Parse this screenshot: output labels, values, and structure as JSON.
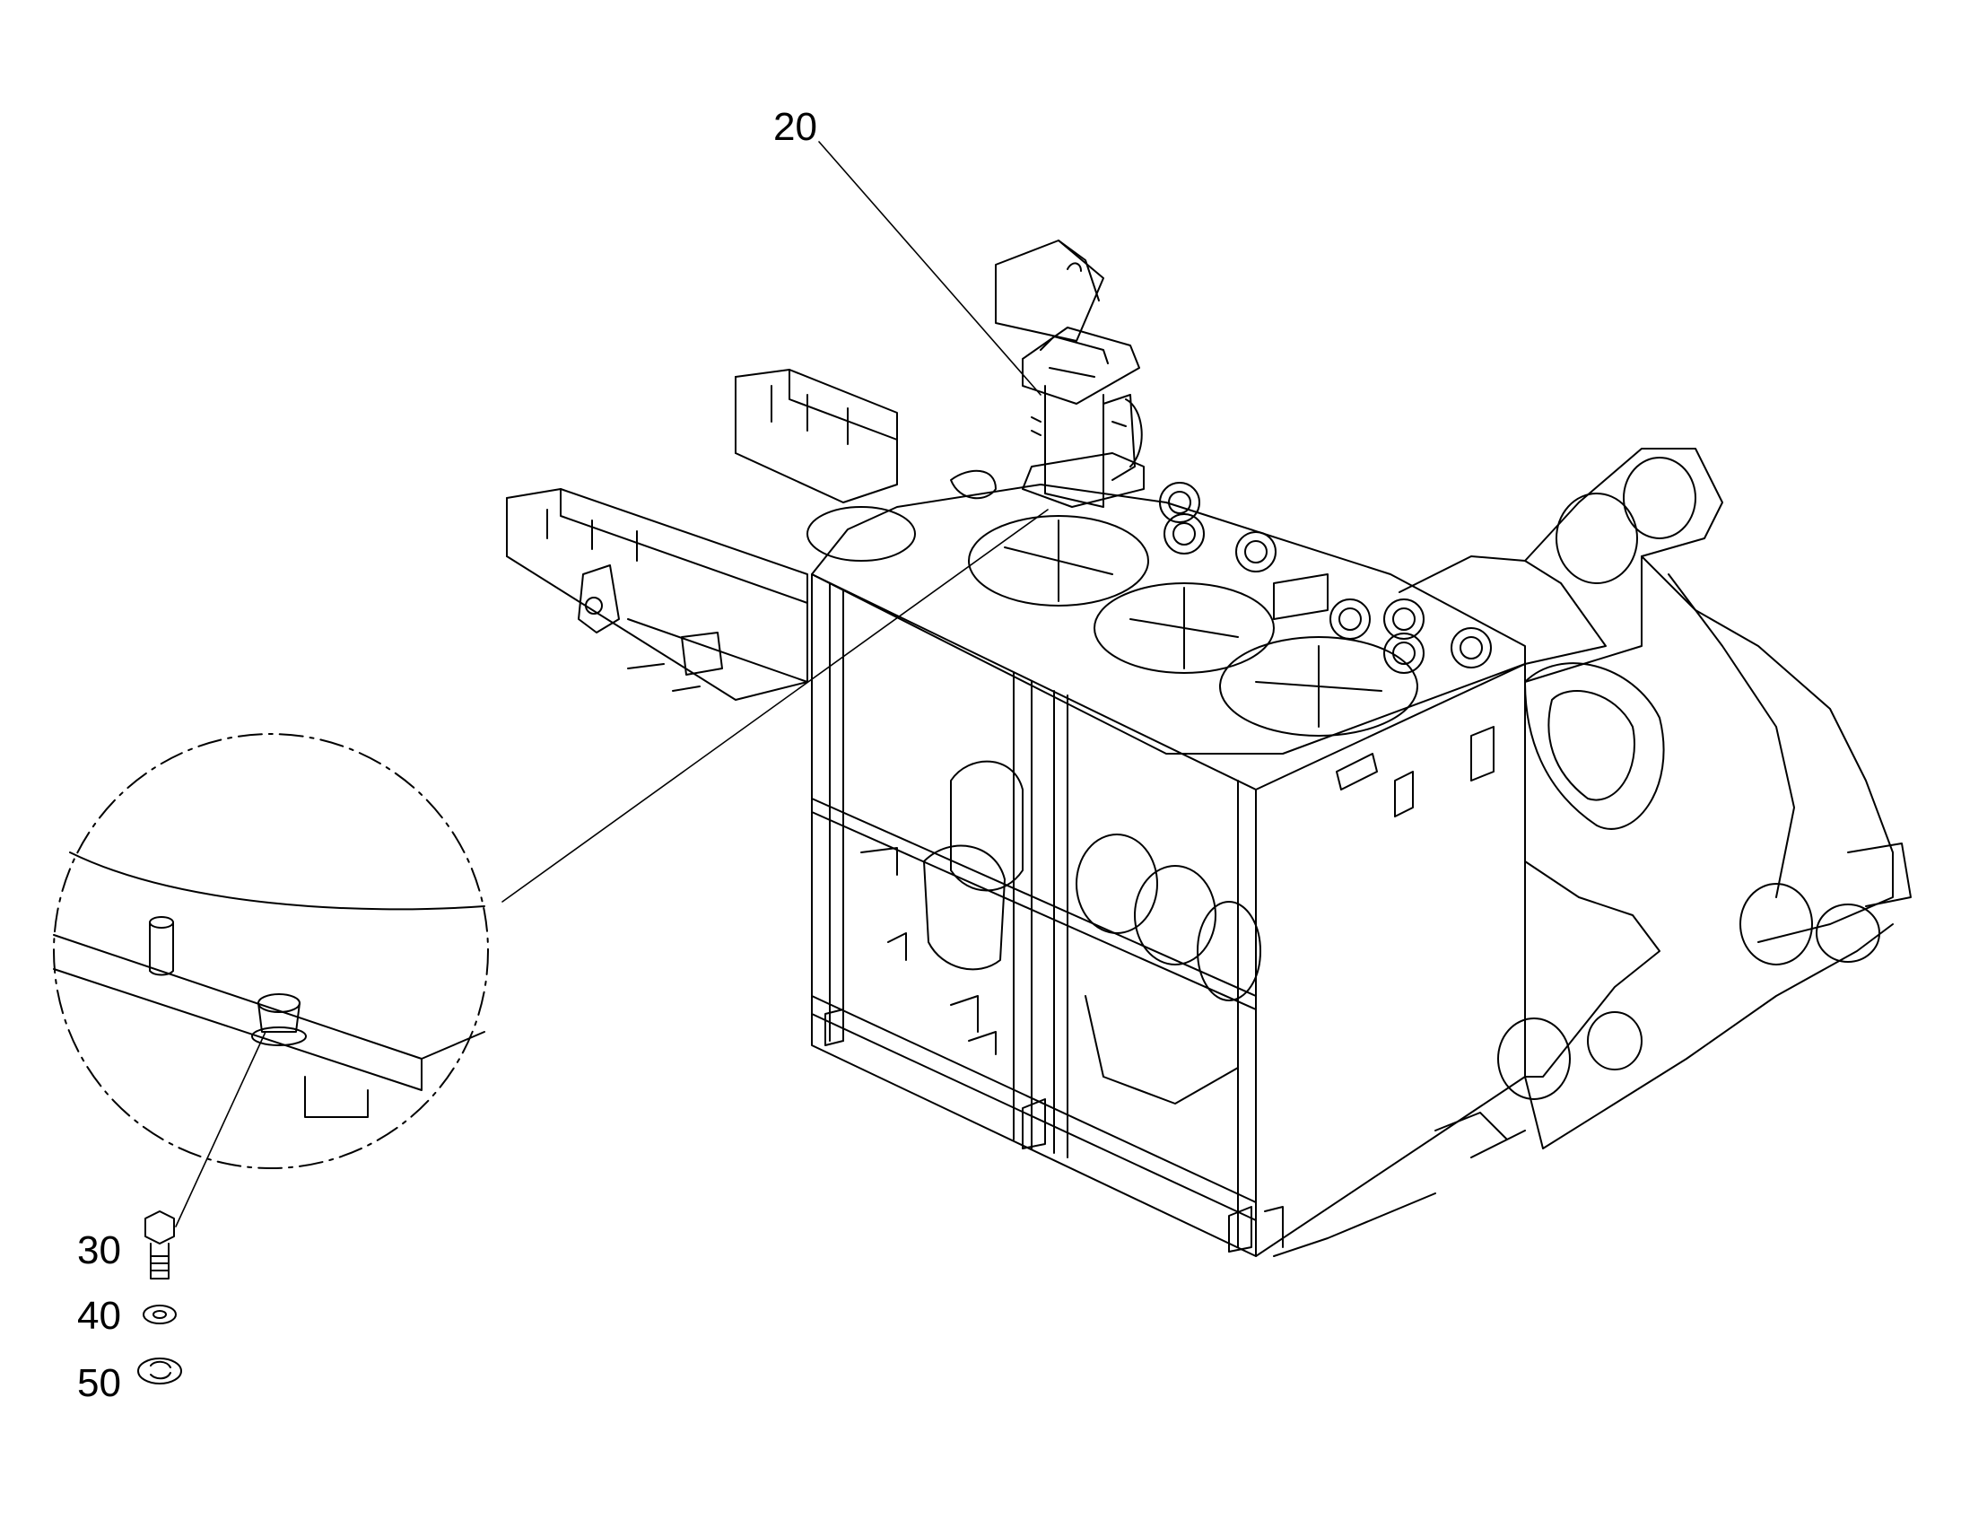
{
  "callouts": [
    {
      "id": "20",
      "label": "20"
    },
    {
      "id": "30",
      "label": "30"
    },
    {
      "id": "40",
      "label": "40"
    },
    {
      "id": "50",
      "label": "50"
    }
  ],
  "colors": {
    "line": "#000000",
    "background": "#ffffff"
  }
}
